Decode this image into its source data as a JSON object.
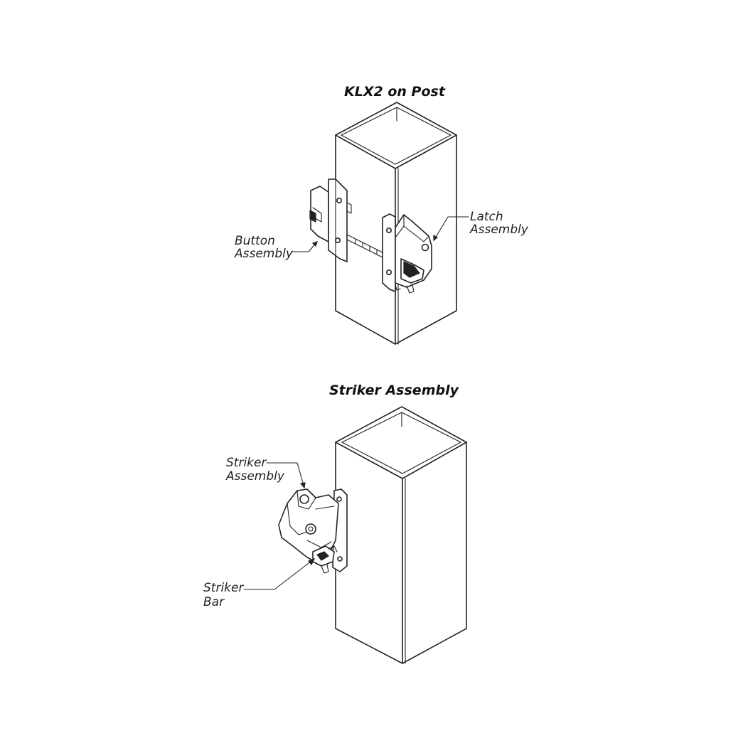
{
  "diagrams": {
    "top": {
      "title": "KLX2 on Post",
      "labels": {
        "button_assembly": [
          "Button",
          "Assembly"
        ],
        "latch_assembly": [
          "Latch",
          "Assembly"
        ]
      }
    },
    "bottom": {
      "title": "Striker Assembly",
      "labels": {
        "striker_assembly": [
          "Striker",
          "Assembly"
        ],
        "striker_bar": [
          "Striker",
          "Bar"
        ]
      }
    }
  }
}
